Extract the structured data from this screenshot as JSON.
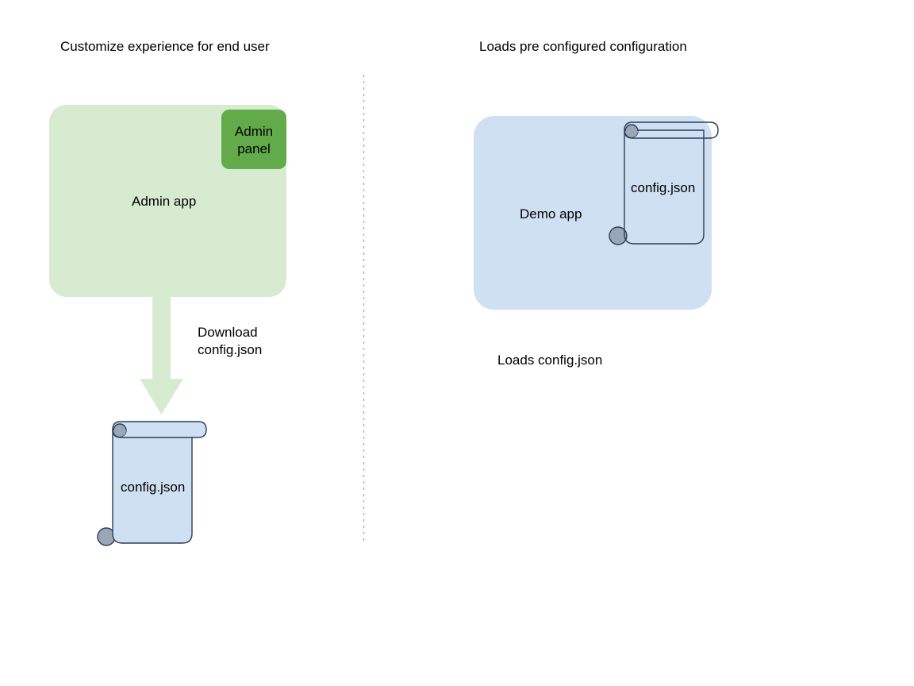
{
  "diagram": {
    "type": "flow-diagram",
    "background_color": "#ffffff",
    "divider": {
      "name": "vertical-dotted-divider",
      "style": "dotted",
      "color": "#b0b0b0"
    },
    "left_panel": {
      "title": "Customize experience for end user",
      "app_box": {
        "label": "Admin app",
        "fill": "#d7ebd0"
      },
      "admin_panel": {
        "label": "Admin\npanel",
        "label_line1": "Admin",
        "label_line2": "panel",
        "fill": "#63ab4a"
      },
      "arrow": {
        "label_line1": "Download",
        "label_line2": "config.json",
        "fill": "#d7ebd0",
        "direction": "down"
      },
      "document": {
        "label": "config.json",
        "fill": "#cfe0f3",
        "stroke": "#2d3d57",
        "curl_fill": "#9aa7b8"
      }
    },
    "right_panel": {
      "title": "Loads pre configured configuration",
      "app_box": {
        "label": "Demo app",
        "fill": "#cfe0f3"
      },
      "document": {
        "label": "config.json",
        "fill": "transparent",
        "stroke": "#2d3d57",
        "curl_fill": "#9aa7b8"
      },
      "caption": "Loads config.json"
    }
  }
}
